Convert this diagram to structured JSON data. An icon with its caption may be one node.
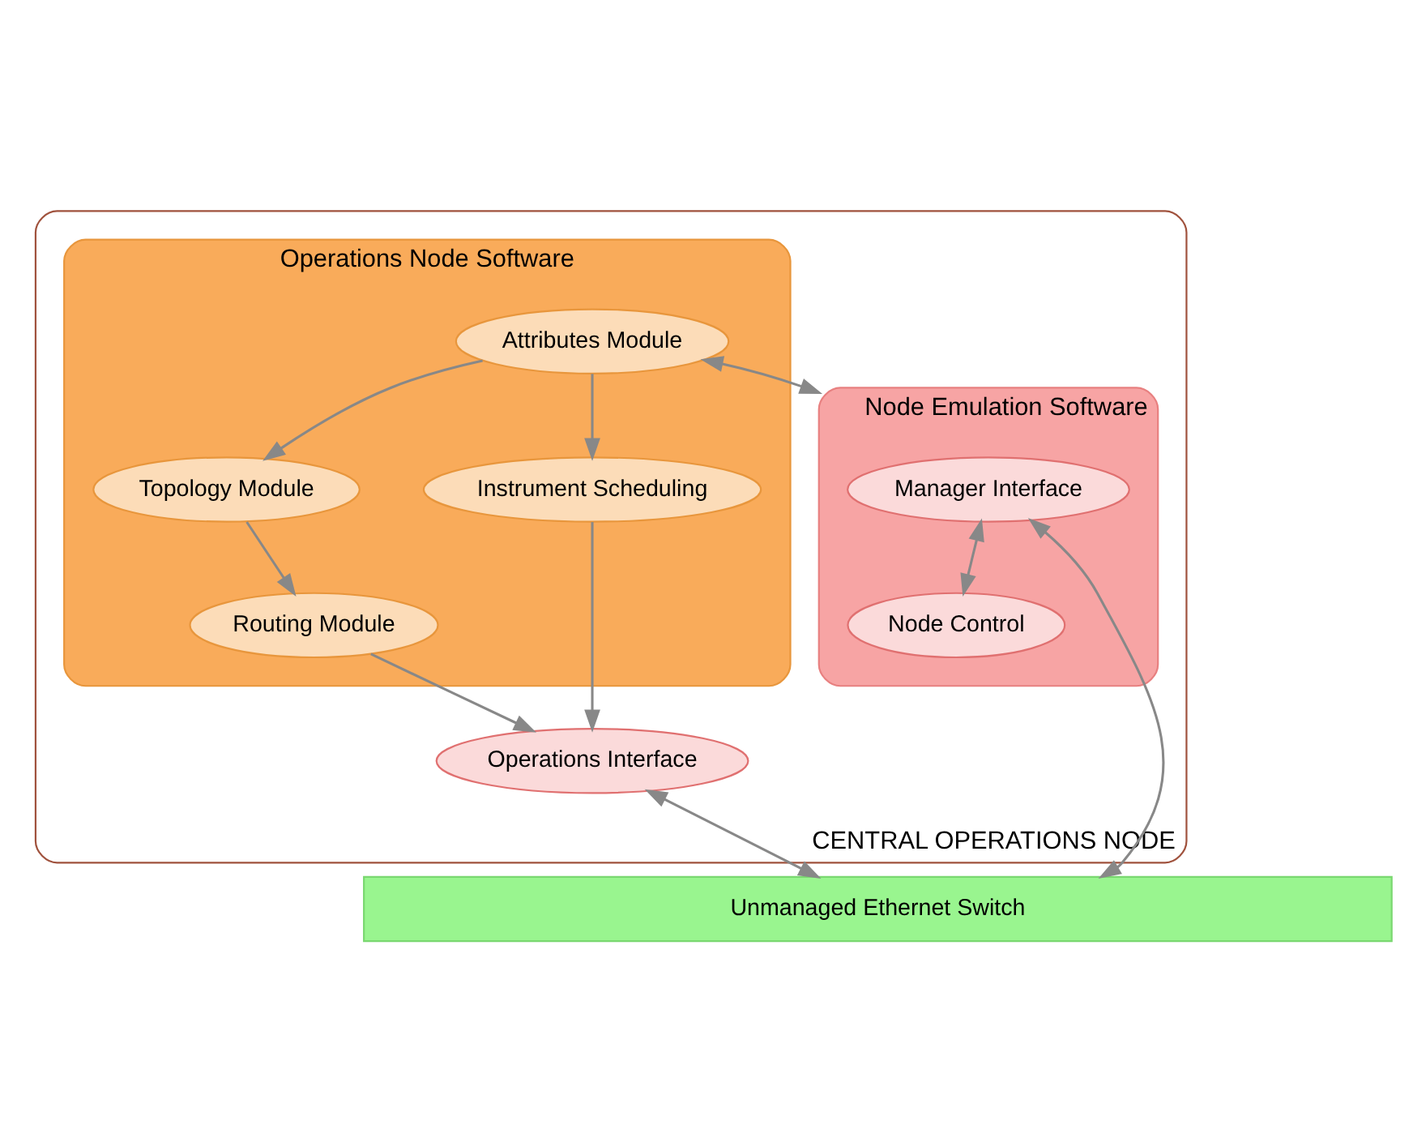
{
  "diagram": {
    "nodes": [
      {
        "text": [
          "CENTRAL OPERATIONS NODE"
        ]
      },
      {
        "text": [
          "Operations Node Software"
        ],
        "in": 0
      },
      {
        "text": [
          "Topology Module"
        ],
        "in": 1
      },
      {
        "text": [
          "Routing Module"
        ],
        "in": 1
      },
      {
        "text": [
          "Instrument Scheduling"
        ],
        "in": 1
      },
      {
        "text": [
          "Attributes Module"
        ],
        "in": 1
      },
      {
        "text": [
          "Operations Interface"
        ],
        "in": 0
      },
      {
        "text": [
          "Node Emulation Software"
        ],
        "in": 0
      },
      {
        "text": [
          "Manager Interface"
        ],
        "in": 7
      },
      {
        "text": [
          "Node Control"
        ],
        "in": 7
      },
      {
        "text": [
          "Unmanaged Ethernet Switch"
        ]
      }
    ],
    "edges": [
      {
        "from": 2,
        "to": 3,
        "arrow": "to"
      },
      {
        "from": 5,
        "to": 2,
        "arrow": "to"
      },
      {
        "from": 5,
        "to": 4,
        "arrow": "to"
      },
      {
        "from": 3,
        "to": 6,
        "arrow": "to"
      },
      {
        "from": 4,
        "to": 6,
        "arrow": "to"
      },
      {
        "from": 5,
        "to": 7,
        "arrow": "both"
      },
      {
        "from": 8,
        "to": 9,
        "arrow": "both"
      },
      {
        "from": 6,
        "to": 10,
        "arrow": "both"
      },
      {
        "from": 8,
        "to": 10,
        "arrow": "both"
      }
    ]
  }
}
